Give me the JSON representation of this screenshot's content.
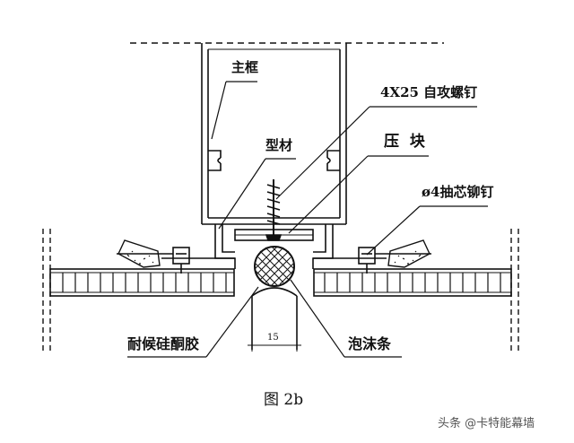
{
  "labels": {
    "main_frame": "主框",
    "screw": "4X25 自攻螺钉",
    "profile": "型材",
    "press_block": "压  块",
    "rivet": "ø4抽芯铆钉",
    "silicone": "耐候硅酮胶",
    "foam": "泡沫条",
    "dimension": "15"
  },
  "caption": "图 2b",
  "watermark": "头条 @卡特能幕墙",
  "colors": {
    "line": "#111111",
    "background": "#ffffff",
    "watermark": "#555555"
  }
}
